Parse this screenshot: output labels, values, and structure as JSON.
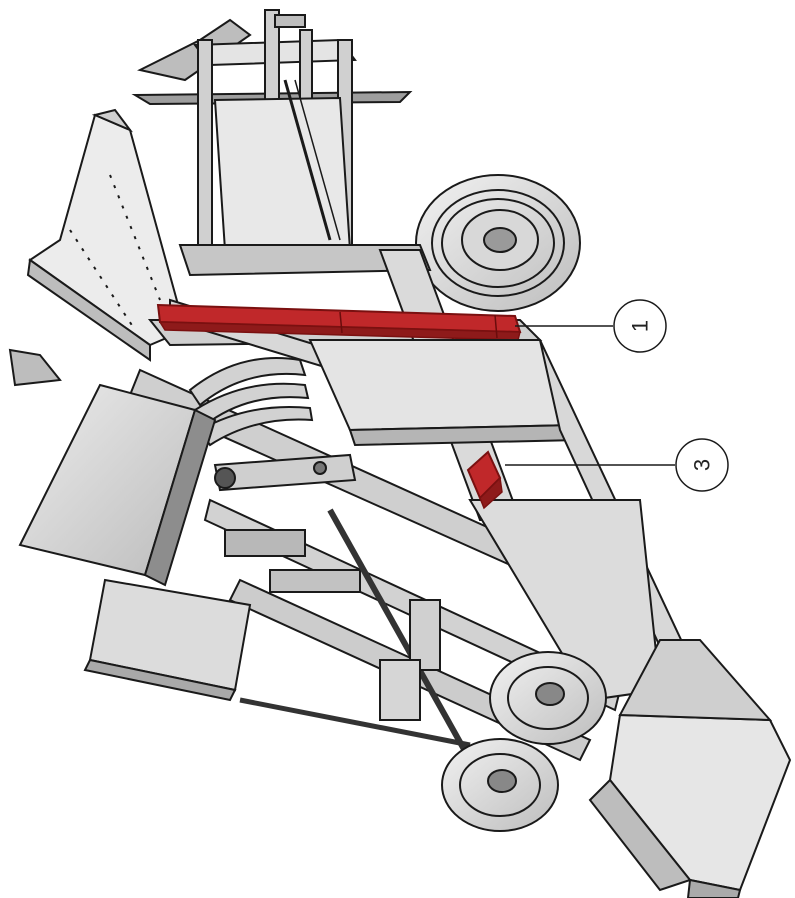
{
  "drawing": {
    "subject": "trailer-chassis-isometric",
    "highlight_color": "#c0282a",
    "line_color": "#1a1a1a",
    "frame_fill": "#cfcfcf",
    "panel_fill": "#e2e2e2"
  },
  "callouts": [
    {
      "label": "1",
      "color": "#c0282a"
    },
    {
      "label": "3",
      "color": "#c0282a"
    }
  ]
}
